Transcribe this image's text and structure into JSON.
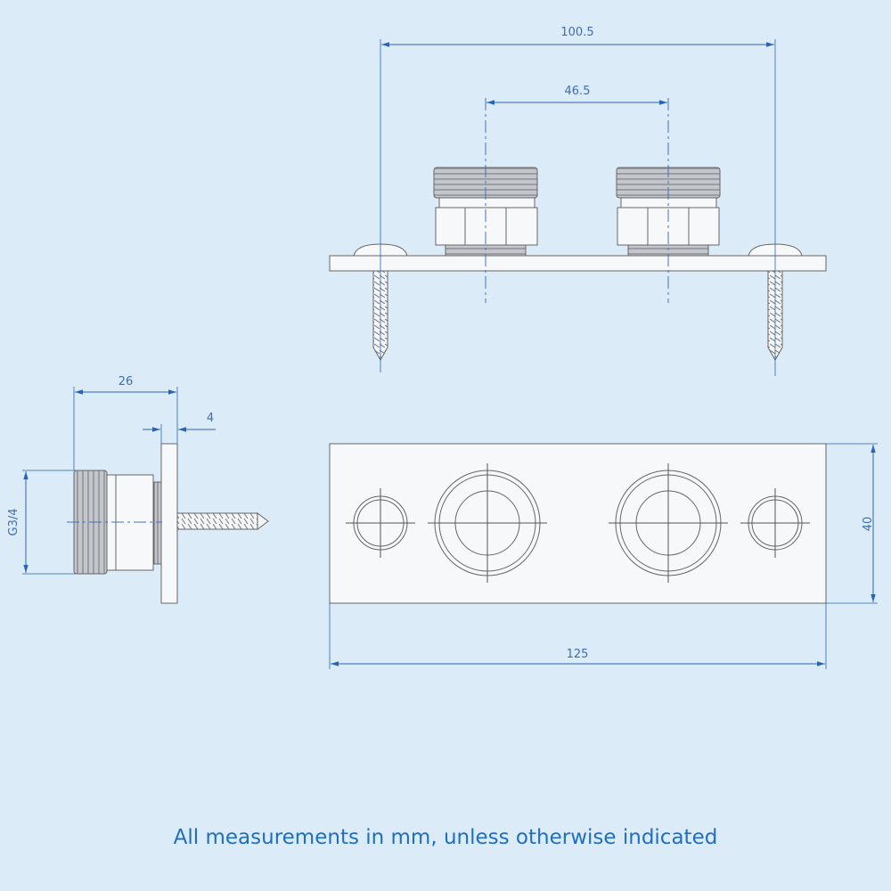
{
  "dimensions": {
    "top_outer_centers": "100.5",
    "top_inlet_centers": "46.5",
    "side_depth": "26",
    "side_plate_thickness": "4",
    "side_thread_size": "G3/4",
    "front_height": "40",
    "front_width": "125"
  },
  "caption": "All measurements in mm, unless otherwise indicated",
  "colors": {
    "background": "#dcebf8",
    "dimension": "#2a65b5",
    "caption": "#1f6fc0"
  }
}
